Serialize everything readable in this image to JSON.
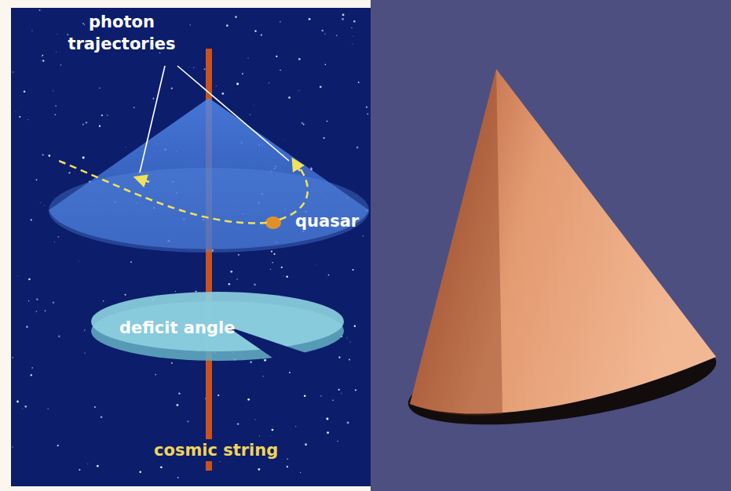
{
  "diagram": {
    "nodes": [
      {
        "text": [
          "deficit angle"
        ]
      }
    ],
    "labels": [
      "photon trajectories",
      "quasar",
      "cosmic string"
    ]
  }
}
